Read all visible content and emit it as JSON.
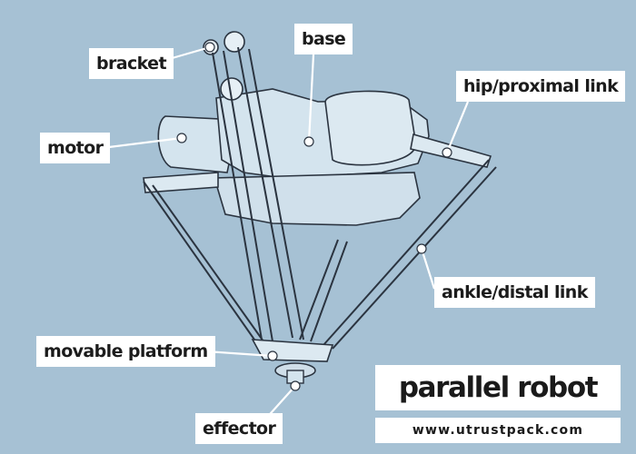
{
  "labels": {
    "bracket": "bracket",
    "base": "base",
    "hip": "hip/proximal link",
    "motor": "motor",
    "ankle": "ankle/distal link",
    "platform": "movable platform",
    "effector": "effector"
  },
  "title": "parallel robot",
  "website": "www.utrustpack.com",
  "colors": {
    "background": "#a6c1d4",
    "robot_fill": "#d4e4ee",
    "robot_line": "#2b3440",
    "label_bg": "#ffffff",
    "leader_line": "#ffffff"
  }
}
